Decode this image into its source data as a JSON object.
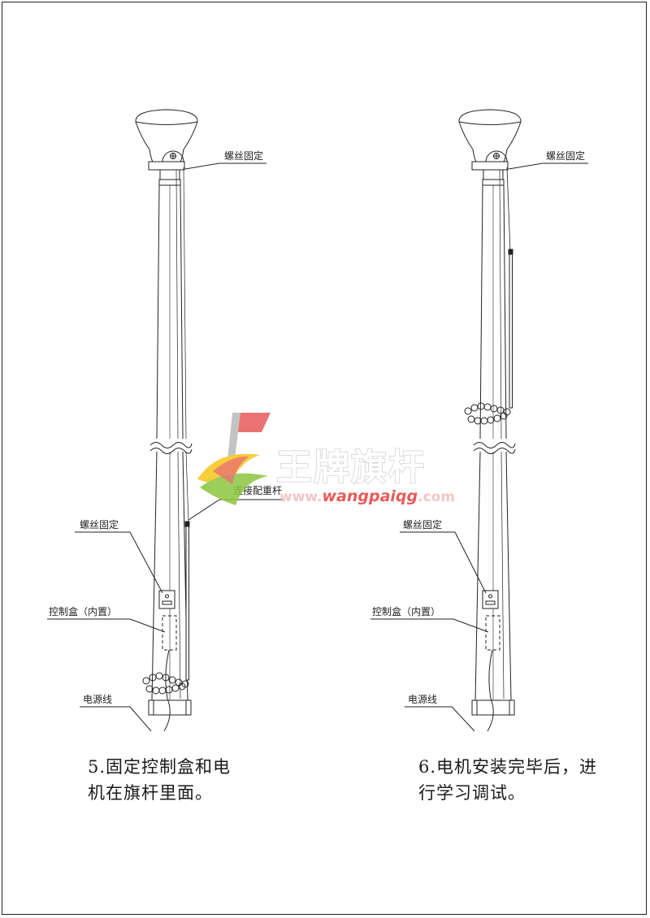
{
  "figures": [
    {
      "labels": {
        "top_screw": "螺丝固定",
        "counterweight": "连接配重杆",
        "low_screw": "螺丝固定",
        "control_box": "控制盒（内置）",
        "power": "电源线"
      },
      "caption_lines": [
        "5.固定控制盒和电",
        "机在旗杆里面。"
      ]
    },
    {
      "labels": {
        "top_screw": "螺丝固定",
        "low_screw": "螺丝固定",
        "control_box": "控制盒（内置）",
        "power": "电源线"
      },
      "caption_lines": [
        "6.电机安装完毕后，进",
        "行学习调试。"
      ]
    }
  ],
  "watermark": {
    "brand": "王牌旗杆",
    "url_prefix": "www.",
    "url_name": "wangpaiqg",
    "url_suffix": ".com"
  },
  "colors": {
    "line": "#222222",
    "wm_red": "#e65b5b",
    "wm_green": "#8cc63f",
    "wm_yellow": "#f5c518"
  }
}
